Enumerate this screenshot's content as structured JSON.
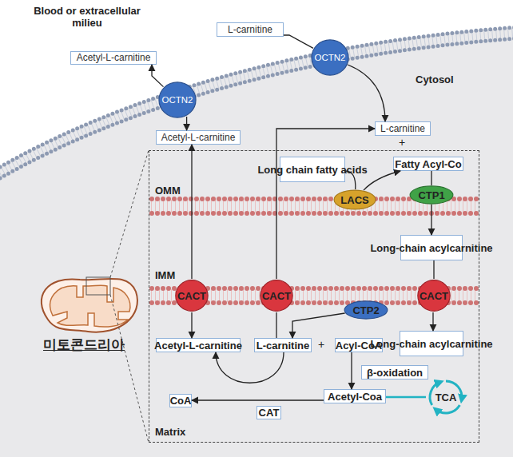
{
  "diagram": {
    "nodes": [
      {
        "text": [
          "Acetyl-L-carnitine"
        ]
      },
      {
        "text": [
          "L-carnitine"
        ]
      },
      {
        "text": [
          "OCTN2"
        ]
      },
      {
        "text": [
          "OCTN2"
        ]
      },
      {
        "text": [
          "Acetyl-L-carnitine"
        ]
      },
      {
        "text": [
          "L-carnitine"
        ]
      },
      {
        "text": [
          "OMM",
          "IMM",
          "Matrix"
        ]
      },
      {
        "text": [
          "Long chain fatty acids"
        ],
        "in": 6
      },
      {
        "text": [
          "Fatty Acyl-Co"
        ],
        "in": 6
      },
      {
        "text": [
          "LACS"
        ],
        "in": 6
      },
      {
        "text": [
          "CTP1"
        ],
        "in": 6
      },
      {
        "text": [
          "Long-chain acylcarnitine"
        ],
        "in": 6
      },
      {
        "text": [
          "CACT"
        ],
        "in": 6
      },
      {
        "text": [
          "CACT"
        ],
        "in": 6
      },
      {
        "text": [
          "CACT"
        ],
        "in": 6
      },
      {
        "text": [
          "CTP2"
        ],
        "in": 6
      },
      {
        "text": [
          "Acetyl-L-carnitine"
        ],
        "in": 6
      },
      {
        "text": [
          "L-carnitine"
        ],
        "in": 6
      },
      {
        "text": [
          "Acyl-CoA"
        ],
        "in": 6
      },
      {
        "text": [
          "Long-chain acylcarnitine"
        ],
        "in": 6
      },
      {
        "text": [
          "β-oxidation"
        ],
        "in": 6
      },
      {
        "text": [
          "Acetyl-Coa"
        ],
        "in": 6
      },
      {
        "text": [
          "TCA"
        ],
        "in": 6
      },
      {
        "text": [
          "CoA"
        ],
        "in": 6
      },
      {
        "text": [
          "CAT"
        ],
        "in": 6
      }
    ],
    "edges": [
      {
        "from": 2,
        "to": 0,
        "arrow": "to"
      },
      {
        "from": 2,
        "to": 4,
        "arrow": "to"
      },
      {
        "from": 1,
        "to": 3,
        "arrow": "none"
      },
      {
        "from": 3,
        "to": 5,
        "arrow": "to"
      },
      {
        "from": 12,
        "to": 4,
        "arrow": "to"
      },
      {
        "from": 12,
        "to": 16,
        "arrow": "to"
      },
      {
        "from": 17,
        "to": 13,
        "arrow": "none"
      },
      {
        "from": 13,
        "to": 5,
        "arrow": "to"
      },
      {
        "from": 7,
        "to": 9,
        "arrow": "none"
      },
      {
        "from": 9,
        "to": 8,
        "arrow": "to"
      },
      {
        "from": 8,
        "to": 10,
        "arrow": "none"
      },
      {
        "from": 10,
        "to": 11,
        "arrow": "to"
      },
      {
        "from": 11,
        "to": 14,
        "arrow": "none"
      },
      {
        "from": 14,
        "to": 19,
        "arrow": "to"
      },
      {
        "from": 15,
        "to": 17,
        "arrow": "to"
      },
      {
        "from": 17,
        "to": 16,
        "arrow": "to"
      },
      {
        "from": 18,
        "to": 21,
        "arrow": "to"
      },
      {
        "from": 21,
        "to": 23,
        "arrow": "to"
      },
      {
        "from": 21,
        "to": 22,
        "arrow": "none"
      }
    ],
    "labels": [
      "Blood or extracellular milieu",
      "Cytosol",
      "+",
      "+",
      "미토콘드리아"
    ]
  }
}
